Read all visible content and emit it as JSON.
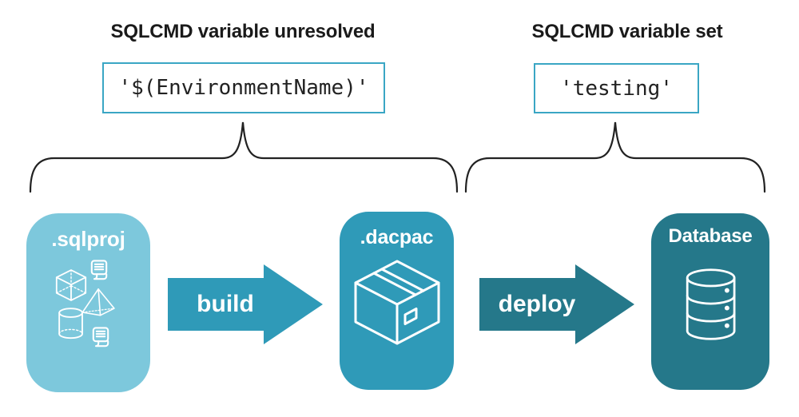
{
  "page": {
    "background": "#ffffff"
  },
  "annotations": {
    "unresolved": {
      "heading": "SQLCMD variable unresolved",
      "value": "'$(EnvironmentName)'"
    },
    "set": {
      "heading": "SQLCMD variable set",
      "value": "'testing'"
    }
  },
  "pipeline": {
    "nodes": [
      {
        "id": "sqlproj",
        "label": ".sqlproj",
        "color": "#7dc8dc",
        "icon": "sql-objects-icon"
      },
      {
        "id": "dacpac",
        "label": ".dacpac",
        "color": "#2f9ab8",
        "icon": "package-box-icon"
      },
      {
        "id": "database",
        "label": "Database",
        "color": "#25788a",
        "icon": "database-cylinder-icon"
      }
    ],
    "arrows": [
      {
        "label": "build",
        "color": "#2f9ab8"
      },
      {
        "label": "deploy",
        "color": "#25788a"
      }
    ]
  },
  "colors": {
    "code_box_border": "#3aa6c4",
    "heading_text": "#1a1a1a",
    "brace_stroke": "#222222",
    "icon_stroke": "#ffffff"
  }
}
